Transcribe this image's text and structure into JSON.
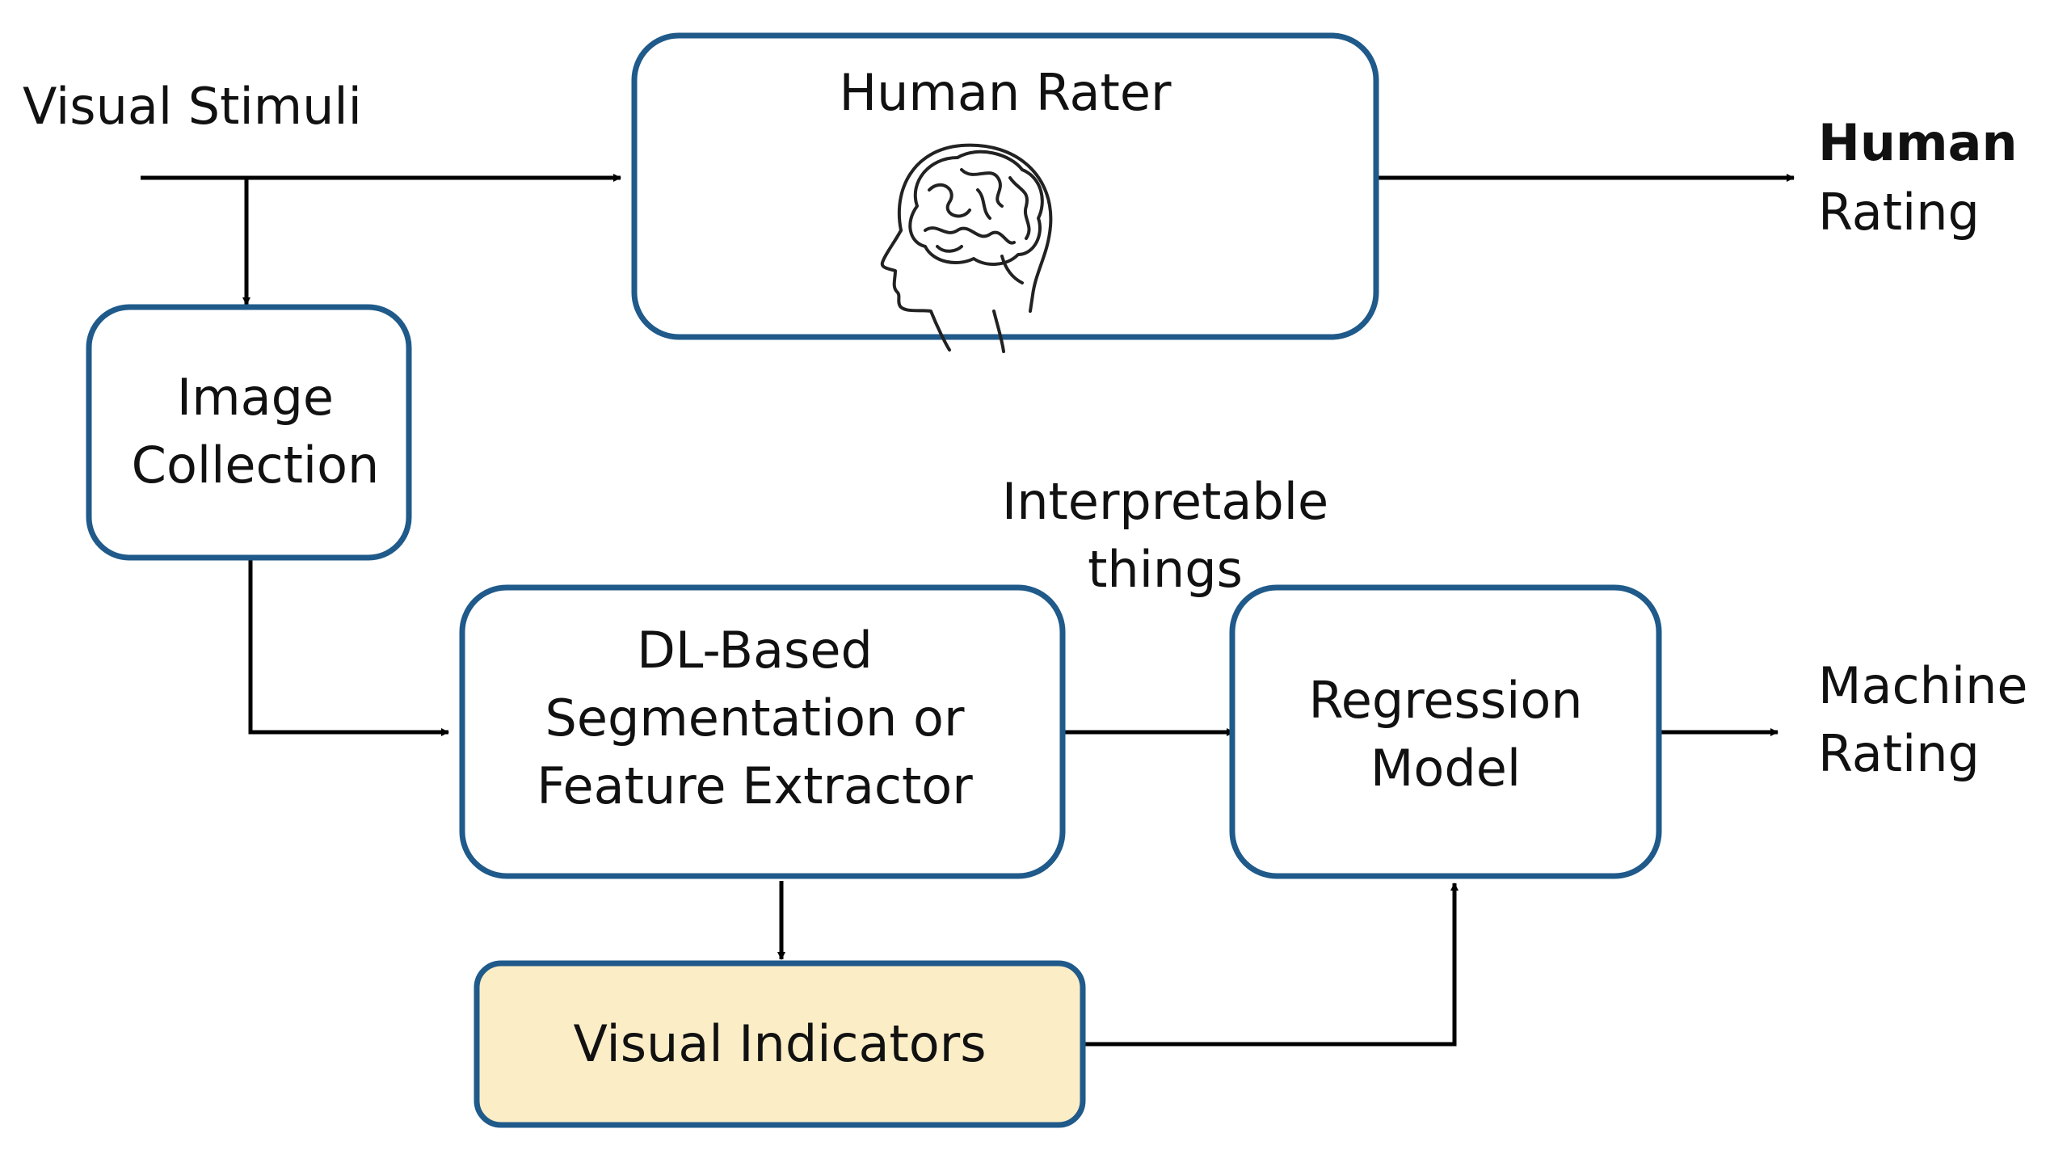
{
  "diagram": {
    "nodes": {
      "visual_stimuli": "Visual Stimuli",
      "human_rater": "Human Rater",
      "human_rating": [
        "Human",
        "Rating"
      ],
      "image_collection": [
        "Image",
        "Collection"
      ],
      "dl_extractor": [
        "DL-Based",
        "Segmentation or",
        "Feature Extractor"
      ],
      "regression_model": [
        "Regression",
        "Model"
      ],
      "machine_rating": [
        "Machine",
        "Rating"
      ],
      "visual_indicators": "Visual Indicators"
    },
    "edge_labels": {
      "interpretable_things": [
        "Interpretable",
        "things"
      ]
    },
    "icons": {
      "human_rater_icon": "brain-head-icon"
    },
    "colors": {
      "box_border": "#1f5a8a",
      "highlight_fill": "#fbedc6"
    }
  }
}
